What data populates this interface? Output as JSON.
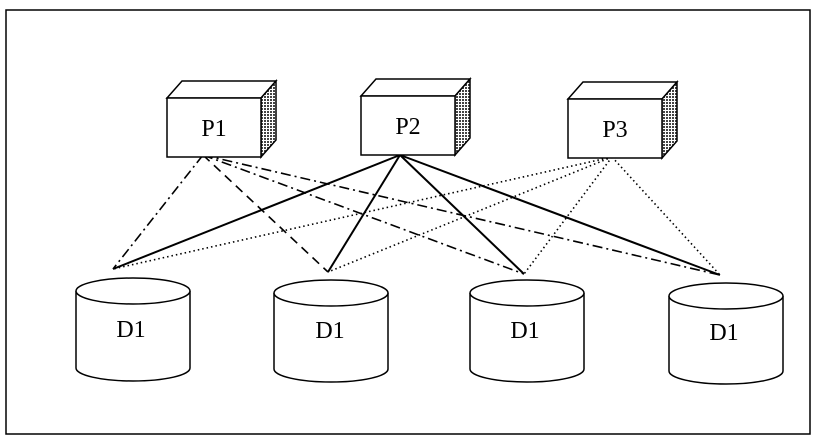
{
  "diagram": {
    "processors": [
      {
        "label": "P1"
      },
      {
        "label": "P2"
      },
      {
        "label": "P3"
      }
    ],
    "disks": [
      {
        "label": "D1"
      },
      {
        "label": "D1"
      },
      {
        "label": "D1"
      },
      {
        "label": "D1"
      }
    ],
    "connections": [
      {
        "from": "P1",
        "to_disk": 1,
        "style": "dash-dot"
      },
      {
        "from": "P1",
        "to_disk": 2,
        "style": "dashed"
      },
      {
        "from": "P1",
        "to_disk": 3,
        "style": "dash-dot"
      },
      {
        "from": "P1",
        "to_disk": 4,
        "style": "dash-dot"
      },
      {
        "from": "P2",
        "to_disk": 1,
        "style": "solid"
      },
      {
        "from": "P2",
        "to_disk": 2,
        "style": "solid"
      },
      {
        "from": "P2",
        "to_disk": 3,
        "style": "solid"
      },
      {
        "from": "P2",
        "to_disk": 4,
        "style": "solid"
      },
      {
        "from": "P3",
        "to_disk": 1,
        "style": "dotted"
      },
      {
        "from": "P3",
        "to_disk": 2,
        "style": "dotted"
      },
      {
        "from": "P3",
        "to_disk": 3,
        "style": "dotted"
      },
      {
        "from": "P3",
        "to_disk": 4,
        "style": "dotted"
      }
    ],
    "colors": {
      "stroke": "#000000",
      "shade": "#555555",
      "background": "#ffffff"
    }
  }
}
